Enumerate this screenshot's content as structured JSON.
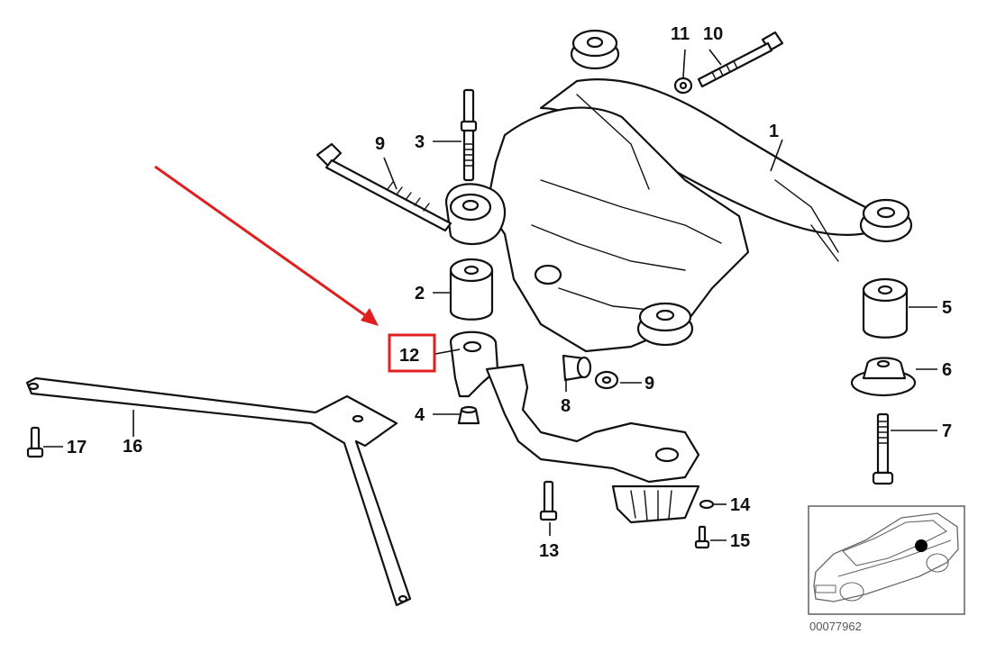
{
  "diagram": {
    "callouts": [
      {
        "id": "1",
        "label": "1"
      },
      {
        "id": "2",
        "label": "2"
      },
      {
        "id": "3",
        "label": "3"
      },
      {
        "id": "4",
        "label": "4"
      },
      {
        "id": "5",
        "label": "5"
      },
      {
        "id": "6",
        "label": "6"
      },
      {
        "id": "7",
        "label": "7"
      },
      {
        "id": "8",
        "label": "8"
      },
      {
        "id": "9a",
        "label": "9"
      },
      {
        "id": "9b",
        "label": "9"
      },
      {
        "id": "10",
        "label": "10"
      },
      {
        "id": "11",
        "label": "11"
      },
      {
        "id": "12",
        "label": "12"
      },
      {
        "id": "13",
        "label": "13"
      },
      {
        "id": "14",
        "label": "14"
      },
      {
        "id": "15",
        "label": "15"
      },
      {
        "id": "16",
        "label": "16"
      },
      {
        "id": "17",
        "label": "17"
      }
    ],
    "highlighted_callout": "12",
    "highlight_color": "#e02020",
    "inset": {
      "reference_number": "00077962"
    }
  }
}
